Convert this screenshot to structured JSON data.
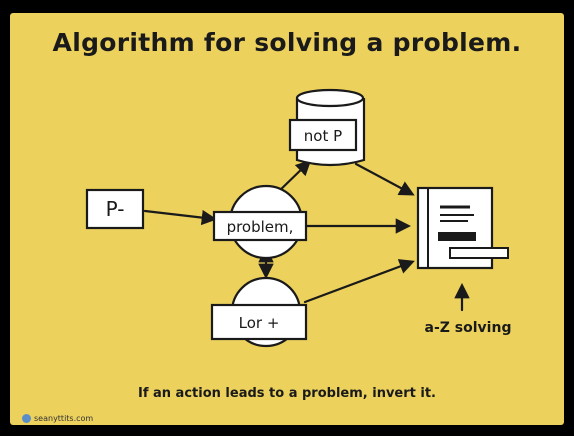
{
  "title": "Algorithm for solving a problem.",
  "nodes": {
    "input": "P-",
    "problem": "problem,",
    "not_p": "not P",
    "lor": "Lor +"
  },
  "annotation": "a-Z solving",
  "caption": "If an action leads to a problem, invert it.",
  "watermark": "seanyttits.com",
  "colors": {
    "background": "#ecd15d",
    "ink": "#1a1a1a",
    "paper": "#ffffff"
  }
}
